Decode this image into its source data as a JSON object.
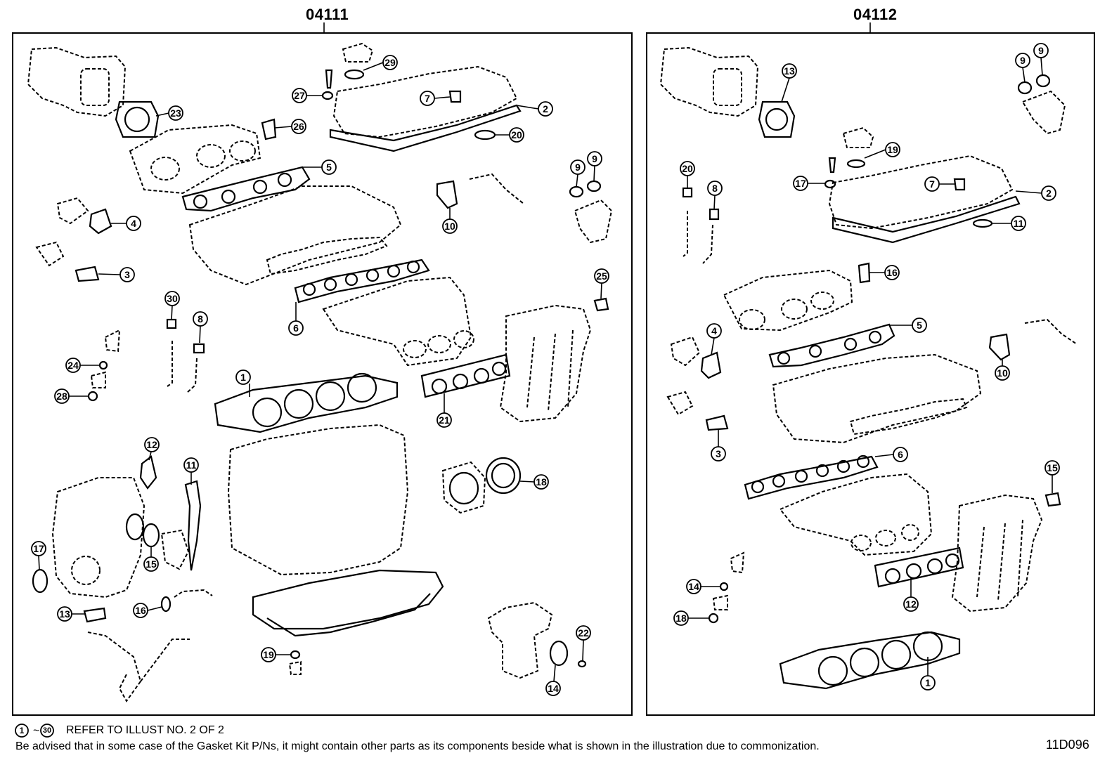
{
  "panels": [
    {
      "kit_number": "04111",
      "callouts": [
        "1",
        "2",
        "3",
        "4",
        "5",
        "6",
        "7",
        "8",
        "9",
        "9",
        "10",
        "11",
        "12",
        "13",
        "14",
        "15",
        "16",
        "17",
        "18",
        "19",
        "20",
        "21",
        "22",
        "23",
        "24",
        "25",
        "26",
        "27",
        "28",
        "29",
        "30"
      ]
    },
    {
      "kit_number": "04112",
      "callouts": [
        "1",
        "2",
        "3",
        "4",
        "5",
        "6",
        "7",
        "8",
        "9",
        "9",
        "10",
        "11",
        "12",
        "13",
        "14",
        "15",
        "16",
        "17",
        "18",
        "19",
        "20"
      ]
    }
  ],
  "footer": {
    "range_start": "1",
    "range_end": "30",
    "reference_note": "REFER TO ILLUST NO. 2 OF 2",
    "advisory": "Be advised that in some case of the Gasket Kit P/Ns,  it might contain other parts as its components beside what is shown in the illustration due to commonization.",
    "drawing_code": "11D096"
  }
}
